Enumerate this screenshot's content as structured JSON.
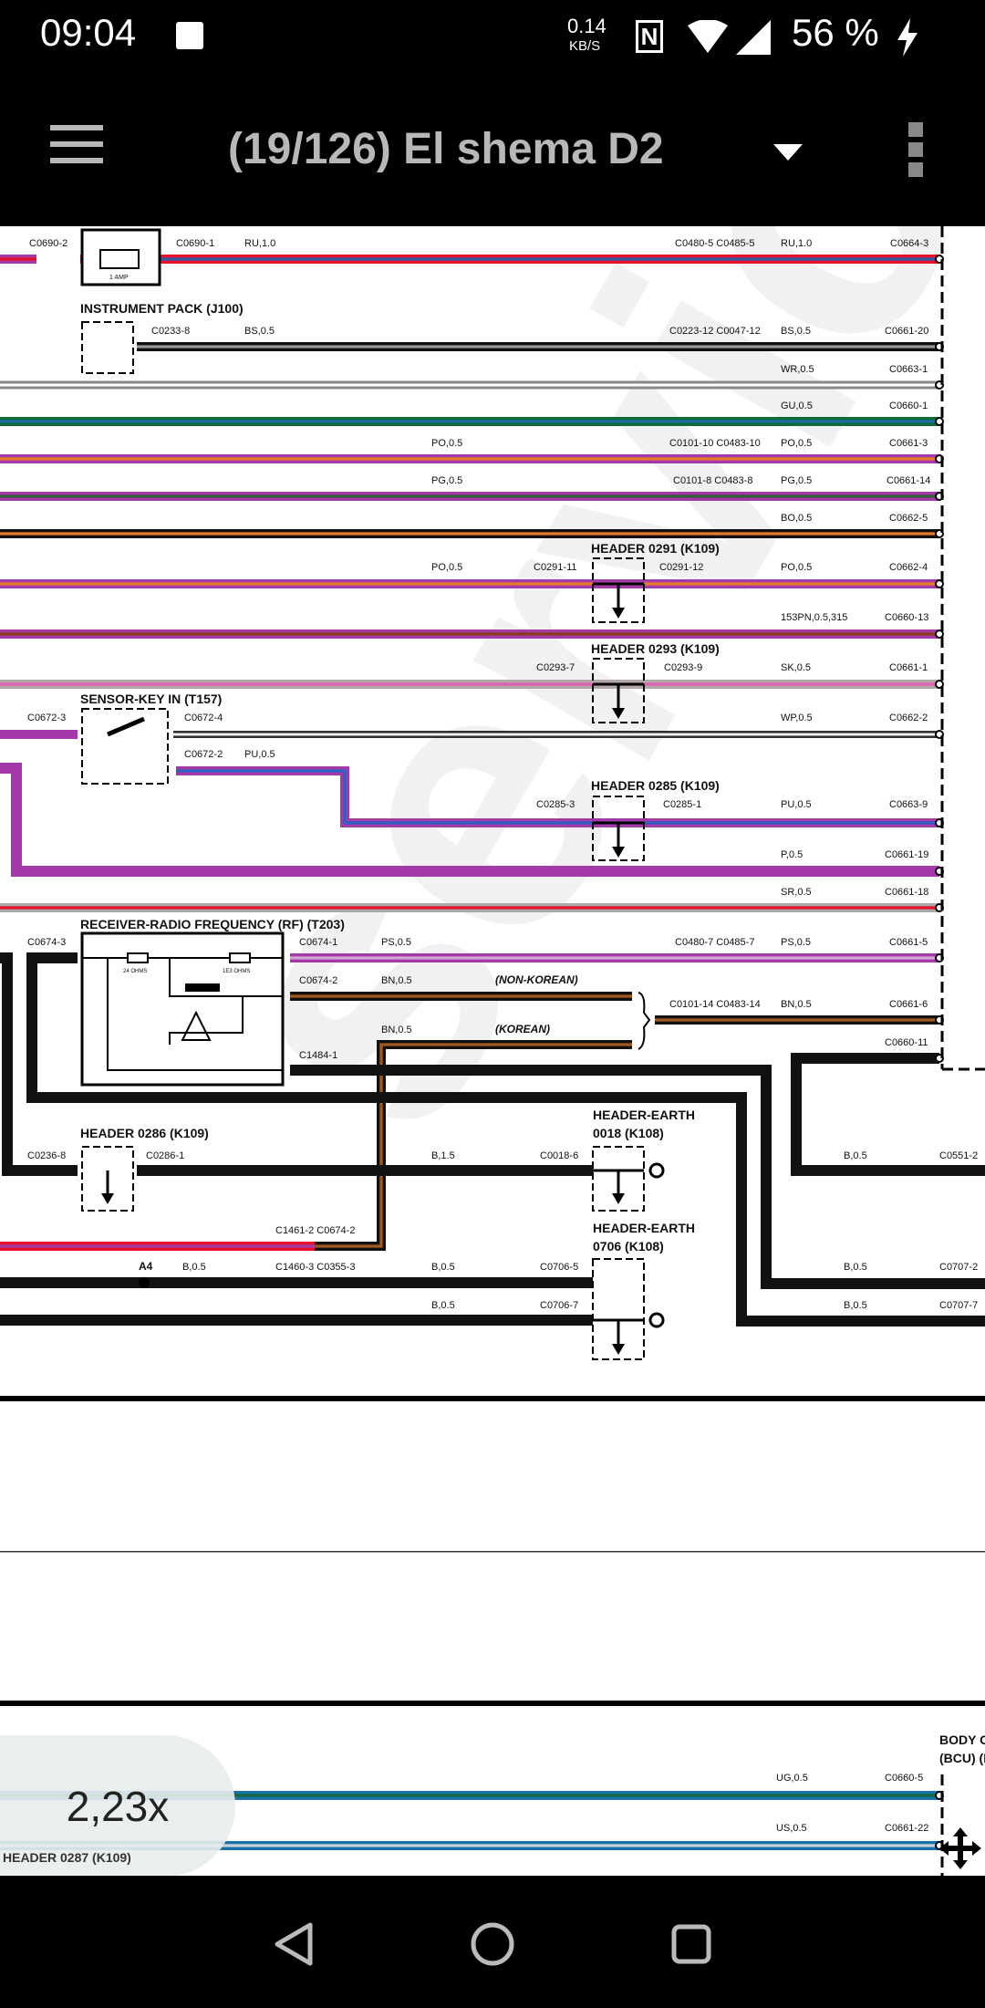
{
  "status_bar": {
    "time": "09:04",
    "net_speed_value": "0.14",
    "net_speed_unit": "KB/S",
    "battery": "56 %"
  },
  "app_bar": {
    "title": "(19/126) El shema D2"
  },
  "zoom_level": "2,23x",
  "watermark": "service",
  "colors": {
    "bar_bg": "#000000",
    "title": "#b8b8b8"
  },
  "diagram": {
    "fuse_value": "1 AMP",
    "res1": "24 OHMS",
    "res2": "1E3 OHMS",
    "components": {
      "instrument_pack": "INSTRUMENT PACK (J100)",
      "header_0291": "HEADER 0291 (K109)",
      "header_0293": "HEADER 0293 (K109)",
      "sensor_key": "SENSOR-KEY IN (T157)",
      "header_0285": "HEADER 0285 (K109)",
      "receiver_rf": "RECEIVER-RADIO FREQUENCY (RF) (T203)",
      "header_0286": "HEADER 0286 (K109)",
      "header_earth_0018_a": "HEADER-EARTH",
      "header_earth_0018_b": "0018 (K108)",
      "header_earth_0706_a": "HEADER-EARTH",
      "header_earth_0706_b": "0706 (K108)",
      "body_c_a": "BODY C",
      "body_c_b": "(BCU) (D",
      "header_0287": "HEADER 0287 (K109)"
    },
    "labels": {
      "c0690_2": "C0690-2",
      "c0690_1": "C0690-1",
      "ru1": "RU,1.0",
      "c0480_5": "C0480-5 C0485-5",
      "ru2": "RU,1.0",
      "c0664_3": "C0664-3",
      "c0233_8": "C0233-8",
      "bs1": "BS,0.5",
      "c0223_12": "C0223-12 C0047-12",
      "bs2": "BS,0.5",
      "c0661_20": "C0661-20",
      "wr": "WR,0.5",
      "c0663_1": "C0663-1",
      "gu": "GU,0.5",
      "c0660_1": "C0660-1",
      "po1": "PO,0.5",
      "c0101_10": "C0101-10 C0483-10",
      "po2": "PO,0.5",
      "c0661_3": "C0661-3",
      "pg1": "PG,0.5",
      "c0101_8": "C0101-8 C0483-8",
      "pg2": "PG,0.5",
      "c0661_14": "C0661-14",
      "bo": "BO,0.5",
      "c0662_5": "C0662-5",
      "po3": "PO,0.5",
      "c0291_11": "C0291-11",
      "c0291_12": "C0291-12",
      "po4": "PO,0.5",
      "c0662_4": "C0662-4",
      "pn153": "153PN,0.5,315",
      "c0660_13": "C0660-13",
      "c0293_7": "C0293-7",
      "c0293_9": "C0293-9",
      "sk": "SK,0.5",
      "c0661_1": "C0661-1",
      "c0672_3": "C0672-3",
      "c0672_4": "C0672-4",
      "wp": "WP,0.5",
      "c0662_2": "C0662-2",
      "c0672_2": "C0672-2",
      "pu1": "PU,0.5",
      "c0285_3": "C0285-3",
      "c0285_1": "C0285-1",
      "pu2": "PU,0.5",
      "c0663_9": "C0663-9",
      "p": "P,0.5",
      "c0661_19": "C0661-19",
      "sr": "SR,0.5",
      "c0661_18": "C0661-18",
      "c0674_3": "C0674-3",
      "c0674_1": "C0674-1",
      "ps1": "PS,0.5",
      "c0480_7": "C0480-7 C0485-7",
      "ps2": "PS,0.5",
      "c0661_5": "C0661-5",
      "c0674_2": "C0674-2",
      "bn1": "BN,0.5",
      "non_korean": "(NON-KOREAN)",
      "c0101_14": "C0101-14 C0483-14",
      "bn2": "BN,0.5",
      "c0661_6": "C0661-6",
      "bn3": "BN,0.5",
      "korean": "(KOREAN)",
      "c0660_11": "C0660-11",
      "c1484_1": "C1484-1",
      "c0236_8": "C0236-8",
      "c0286_1": "C0286-1",
      "b15": "B,1.5",
      "c0018_6": "C0018-6",
      "b05a": "B,0.5",
      "c0551_2": "C0551-2",
      "c1461_2": "C1461-2 C0674-2",
      "a4": "A4",
      "b05b": "B,0.5",
      "c1460_3": "C1460-3 C0355-3",
      "b05c": "B,0.5",
      "c0706_5": "C0706-5",
      "b05d": "B,0.5",
      "c0707_2": "C0707-2",
      "b05e": "B,0.5",
      "c0706_7": "C0706-7",
      "b05f": "B,0.5",
      "c0707_7": "C0707-7",
      "ug": "UG,0.5",
      "c0660_5": "C0660-5",
      "us": "US,0.5",
      "c0661_22": "C0661-22"
    }
  }
}
